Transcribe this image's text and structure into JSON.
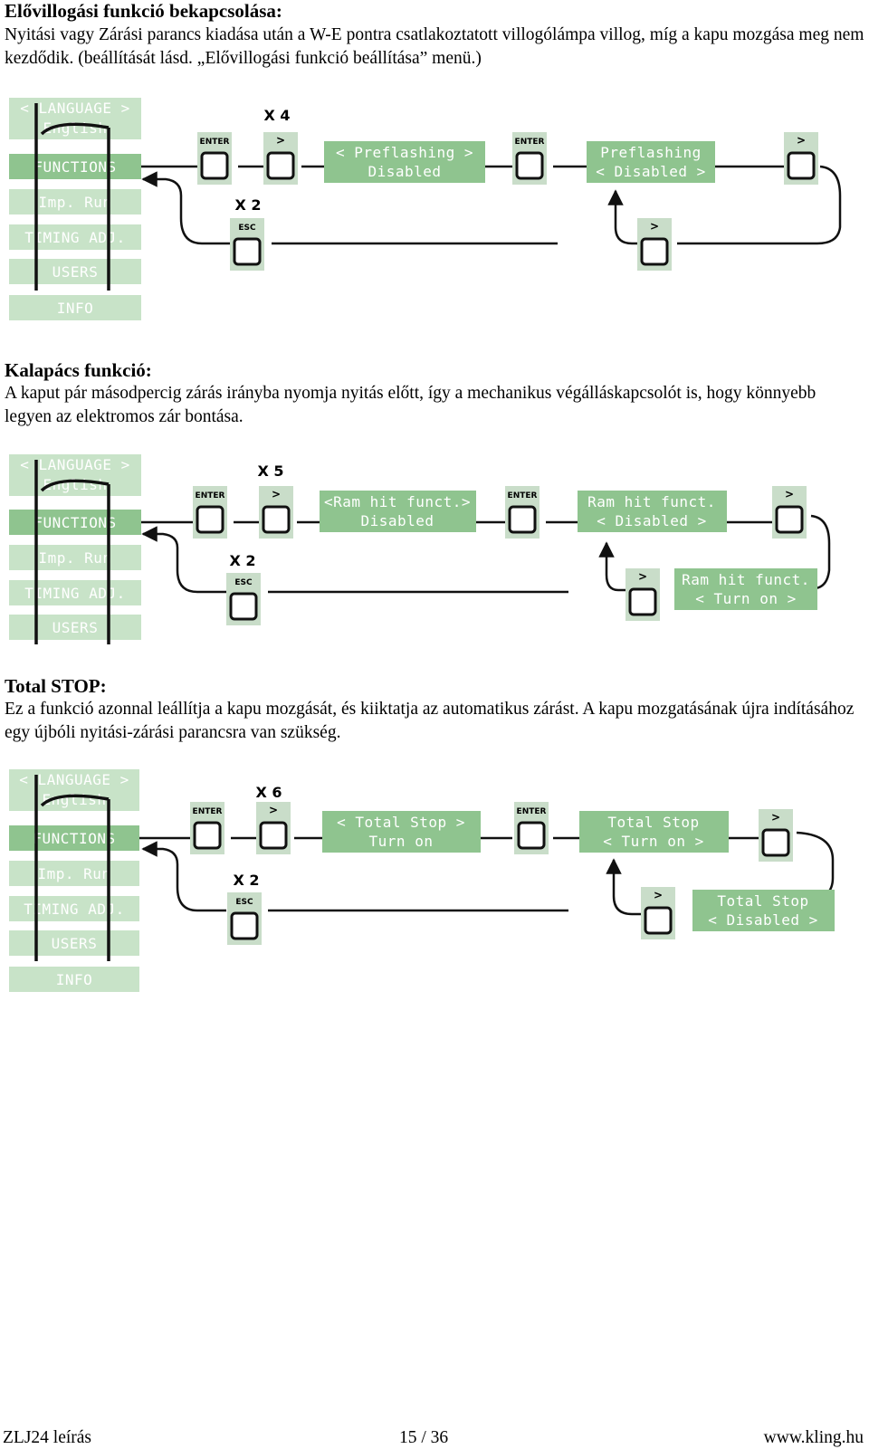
{
  "sections": [
    {
      "heading": "Elővillogási funkció bekapcsolása:",
      "text": "Nyitási vagy Zárási parancs kiadása után a W-E pontra csatlakoztatott villogólámpa villog, míg a kapu mozgása meg nem kezdődik. (beállítását lásd. „Elővillogási funkció beállítása” menü.)"
    },
    {
      "heading": "Kalapács funkció:",
      "text": "A kaput pár másodpercig zárás irányba nyomja nyitás előtt, így a mechanikus végálláskapcsolót is, hogy könnyebb legyen az elektromos zár bontása."
    },
    {
      "heading": "Total STOP:",
      "text": "Ez a funkció azonnal leállítja a kapu mozgását, és kiiktatja az automatikus zárást. A kapu mozgatásának újra indításához egy újbóli nyitási-zárási parancsra van szükség."
    }
  ],
  "menu": {
    "language": "< LANGUAGE >",
    "english": "English",
    "functions": "FUNCTIONS",
    "imp_run": "Imp. Run",
    "timing": "TIMING ADJ.",
    "users": "USERS",
    "info": "INFO"
  },
  "buttons": {
    "enter": "ENTER",
    "esc": "ESC",
    "next": ">"
  },
  "diagrams": [
    {
      "mult_next": "X 4",
      "mult_esc": "X 2",
      "lcd1": [
        "< Preflashing >",
        "Disabled"
      ],
      "lcd2": [
        "Preflashing",
        "< Disabled >"
      ]
    },
    {
      "mult_next": "X 5",
      "mult_esc": "X 2",
      "lcd1": [
        "<Ram hit funct.>",
        "Disabled"
      ],
      "lcd2": [
        "Ram hit funct.",
        "< Disabled >"
      ],
      "lcd3": [
        "Ram hit funct.",
        "<   Turn on   >"
      ]
    },
    {
      "mult_next": "X 6",
      "mult_esc": "X 2",
      "lcd1": [
        "< Total Stop >",
        "Turn on"
      ],
      "lcd2": [
        "Total Stop",
        "<   Turn on   >"
      ],
      "lcd3": [
        "Total Stop",
        "< Disabled >"
      ]
    }
  ],
  "footer": {
    "left": "ZLJ24 leírás",
    "center": "15 / 36",
    "right": "www.kling.hu"
  },
  "colors": {
    "lcd": "#8fc48f",
    "lcd_light": "#c8e3c8",
    "button_bg": "#c9ddc9"
  }
}
